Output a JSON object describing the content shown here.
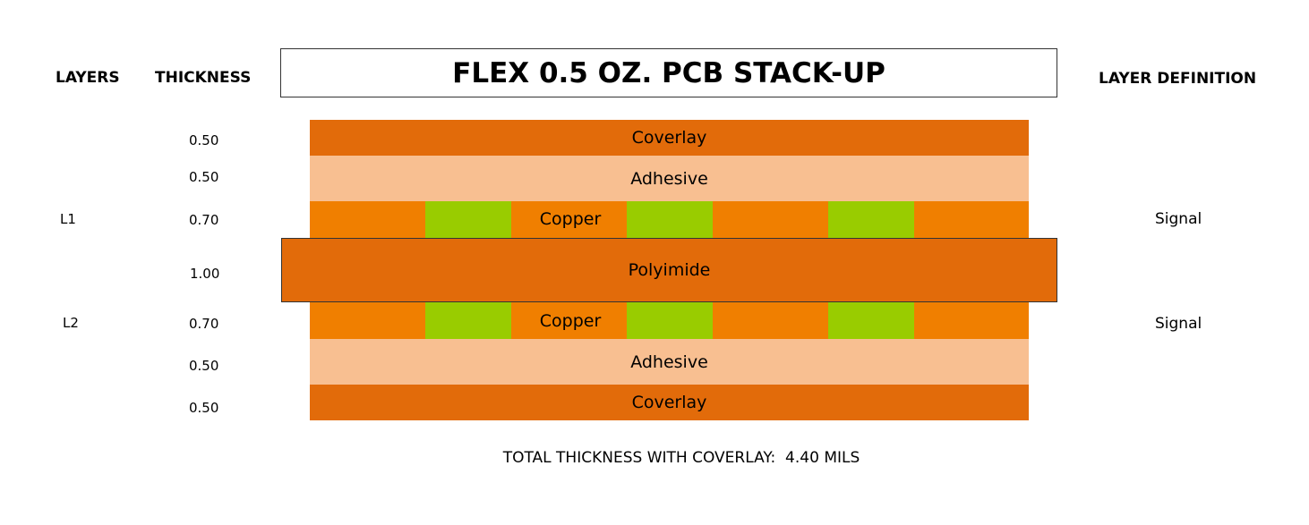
{
  "headers": {
    "layers": "LAYERS",
    "thickness": "THICKNESS",
    "definition": "LAYER DEFINITION"
  },
  "title": "FLEX 0.5 OZ. PCB STACK-UP",
  "colors": {
    "coverlay": "#E26B0A",
    "adhesive": "#F8BF91",
    "copper": "#F07F00",
    "trace_gap": "#99CC00",
    "polyimide": "#E26B0A"
  },
  "stack": [
    {
      "name": "Coverlay",
      "thickness": "0.50",
      "layer": "",
      "definition": ""
    },
    {
      "name": "Adhesive",
      "thickness": "0.50",
      "layer": "",
      "definition": ""
    },
    {
      "name": "Copper",
      "thickness": "0.70",
      "layer": "L1",
      "definition": "Signal"
    },
    {
      "name": "Polyimide",
      "thickness": "1.00",
      "layer": "",
      "definition": ""
    },
    {
      "name": "Copper",
      "thickness": "0.70",
      "layer": "L2",
      "definition": "Signal"
    },
    {
      "name": "Adhesive",
      "thickness": "0.50",
      "layer": "",
      "definition": ""
    },
    {
      "name": "Coverlay",
      "thickness": "0.50",
      "layer": "",
      "definition": ""
    }
  ],
  "total": "TOTAL THICKNESS WITH COVERLAY:  4.40 MILS"
}
